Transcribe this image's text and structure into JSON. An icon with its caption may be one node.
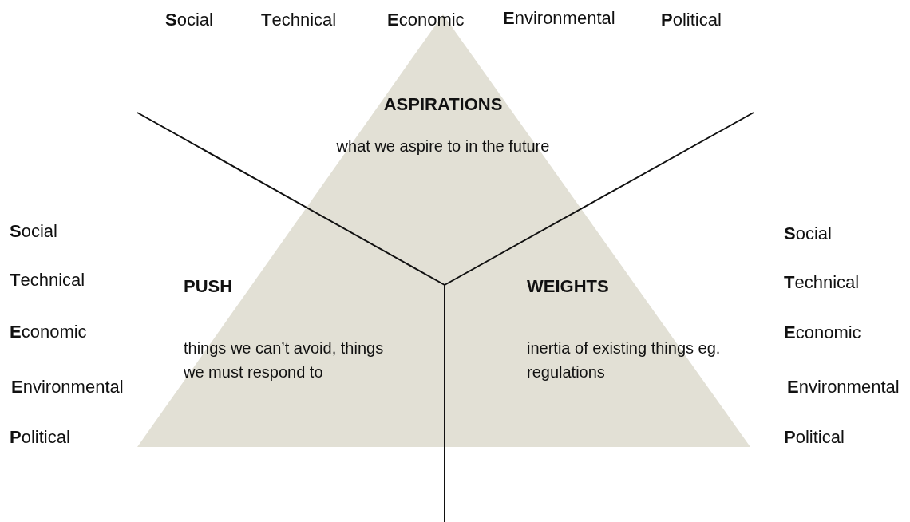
{
  "diagram": {
    "nodes": [
      {
        "text": [],
        "shape": "triangle"
      },
      {
        "text": [
          "ASPIRATIONS",
          "what we aspire to in the future"
        ],
        "in": 0
      },
      {
        "text": [
          "PUSH",
          "things we can’t avoid, things we must respond to"
        ],
        "in": 0
      },
      {
        "text": [
          "WEIGHTS",
          "inertia of existing things eg. regulations"
        ],
        "in": 0
      }
    ],
    "edges": [],
    "labels": [
      "**S**ocial",
      "**T**echnical",
      "**E**conomic",
      "**E**nvironmental",
      "**P**olitical",
      "**S**ocial",
      "**T**echnical",
      "**E**conomic",
      "**E**nvironmental",
      "**P**olitical",
      "**S**ocial",
      "**T**echnical",
      "**E**conomic",
      "**E**nvironmental",
      "**P**olitical"
    ]
  }
}
